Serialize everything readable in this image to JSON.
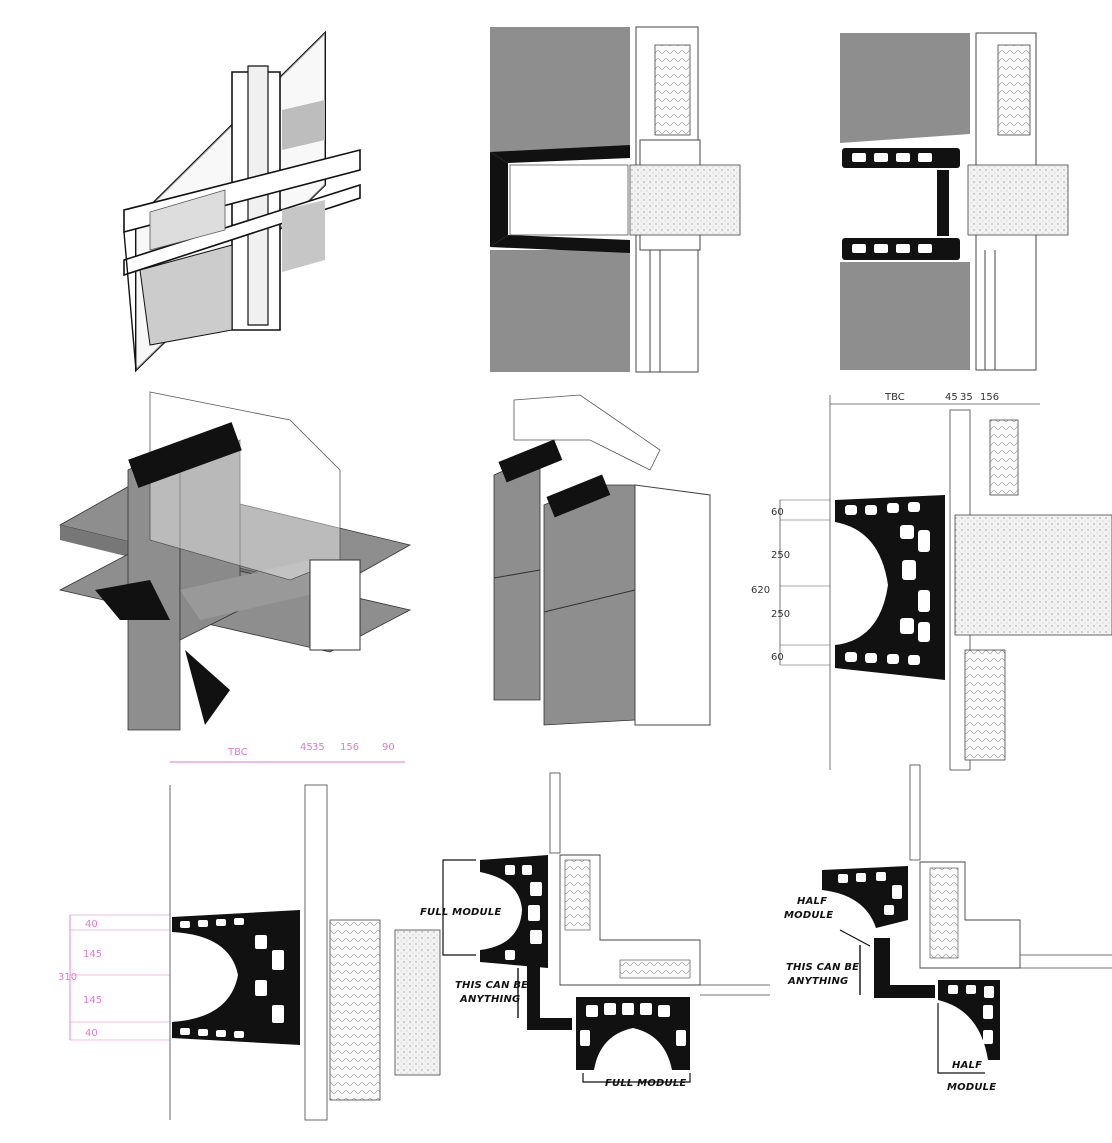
{
  "palette": {
    "panel": "#8e8e8e",
    "panel_dark": "#777777",
    "ink": "#111111",
    "line": "#444444",
    "hatch": "#dcdcdc",
    "dim_pink": "#e07ad0"
  },
  "detail_6": {
    "dims_top": [
      "TBC",
      "45",
      "35",
      "156"
    ],
    "dims_left": [
      "60",
      "250",
      "620",
      "250",
      "60"
    ]
  },
  "detail_7": {
    "dims_top": [
      "TBC",
      "45",
      "35",
      "156",
      "90"
    ],
    "dims_left": [
      "40",
      "145",
      "310",
      "145",
      "40"
    ]
  },
  "detail_8": {
    "label_full_module_top": "FULL MODULE",
    "label_anything": [
      "THIS CAN BE",
      "ANYTHING"
    ],
    "label_full_module_bottom": "FULL MODULE"
  },
  "detail_9": {
    "label_half_module_top": [
      "HALF",
      "MODULE"
    ],
    "label_anything": [
      "THIS CAN BE",
      "ANYTHING"
    ],
    "label_half_module_bottom": [
      "HALF",
      "MODULE"
    ]
  }
}
